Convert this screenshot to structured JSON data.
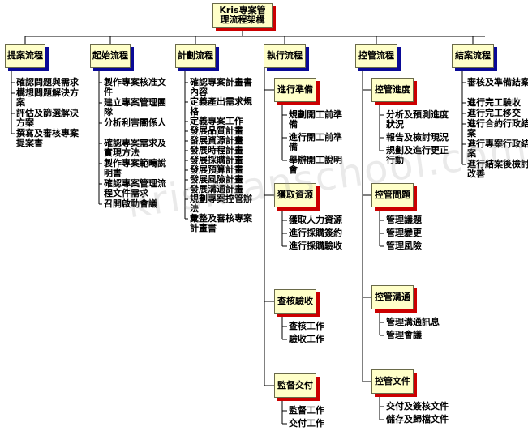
{
  "root": "Kris專案管理流程架構",
  "columns": [
    {
      "title": "提案流程",
      "items": [
        "確認問題與需求",
        "構想問題解決方案",
        "評估及篩選解決方案",
        "撰寫及審核專案提案書"
      ]
    },
    {
      "title": "起始流程",
      "items": [
        "製作專案核准文件",
        "建立專案管理團隊",
        "分析利害關係人",
        "確認專案需求及實現方法",
        "製作專案範疇說明書",
        "確認專案管理流程文件需求",
        "召開啟動會議"
      ]
    },
    {
      "title": "計劃流程",
      "items": [
        "確認專案計畫書內容",
        "定義產出需求規格",
        "定義專案工作",
        "發展品質計畫",
        "發展資源計畫",
        "發展時程計畫",
        "發展採購計畫",
        "發展預算計畫",
        "發展風險計畫",
        "發展溝通計畫",
        "規劃專案控管辦法",
        "彙整及審核專案計畫書"
      ]
    },
    {
      "title": "執行流程",
      "groups": [
        {
          "title": "進行準備",
          "items": [
            "規劃開工前準備",
            "進行開工前準備",
            "舉辦開工說明會"
          ]
        },
        {
          "title": "獲取資源",
          "items": [
            "獲取人力資源",
            "進行採購簽約",
            "進行採購驗收"
          ]
        },
        {
          "title": "查核驗收",
          "items": [
            "查核工作",
            "驗收工作"
          ]
        },
        {
          "title": "監督交付",
          "items": [
            "監督工作",
            "交付工作"
          ]
        }
      ]
    },
    {
      "title": "控管流程",
      "groups": [
        {
          "title": "控管進度",
          "items": [
            "分析及預測進度狀況",
            "報告及檢討現況",
            "規劃及進行更正行動"
          ]
        },
        {
          "title": "控管問題",
          "items": [
            "管理議題",
            "管理變更",
            "管理風險"
          ]
        },
        {
          "title": "控管溝通",
          "items": [
            "管理溝通訊息",
            "管理會議"
          ]
        },
        {
          "title": "控管文件",
          "items": [
            "交付及簽核文件",
            "儲存及歸檔文件"
          ]
        }
      ]
    },
    {
      "title": "結案流程",
      "items": [
        "審核及準備結案",
        "進行完工驗收",
        "進行完工移交",
        "進行合約行政結案",
        "進行專案行政結案",
        "進行結案後檢討改善"
      ]
    }
  ],
  "watermark": "krismanschool.com"
}
